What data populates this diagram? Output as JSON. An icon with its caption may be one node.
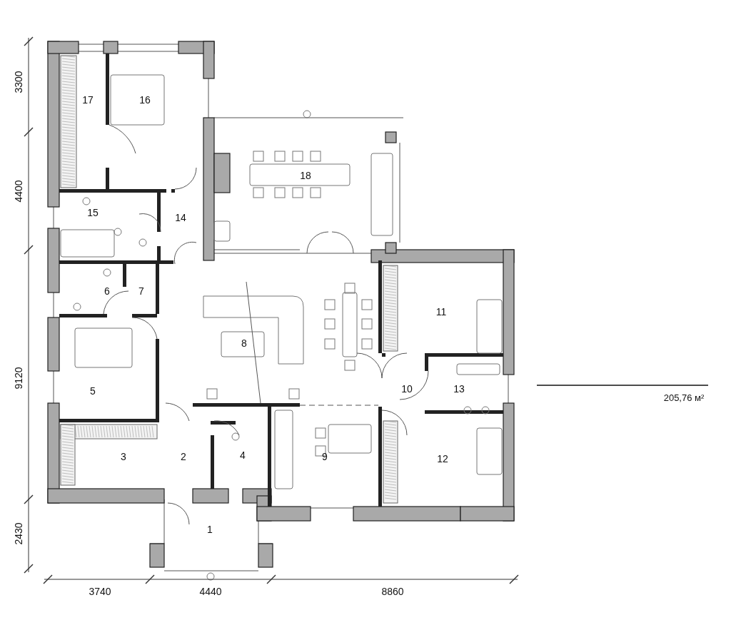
{
  "diagram": {
    "labels": [
      "3300",
      "17",
      "16",
      "18",
      "4400",
      "15",
      "14",
      "6",
      "7",
      "11",
      "8",
      "5",
      "10",
      "13",
      "205,76 м²",
      "9120",
      "3",
      "2",
      "4",
      "9",
      "12",
      "1",
      "2430",
      "3740",
      "4440",
      "8860"
    ]
  }
}
